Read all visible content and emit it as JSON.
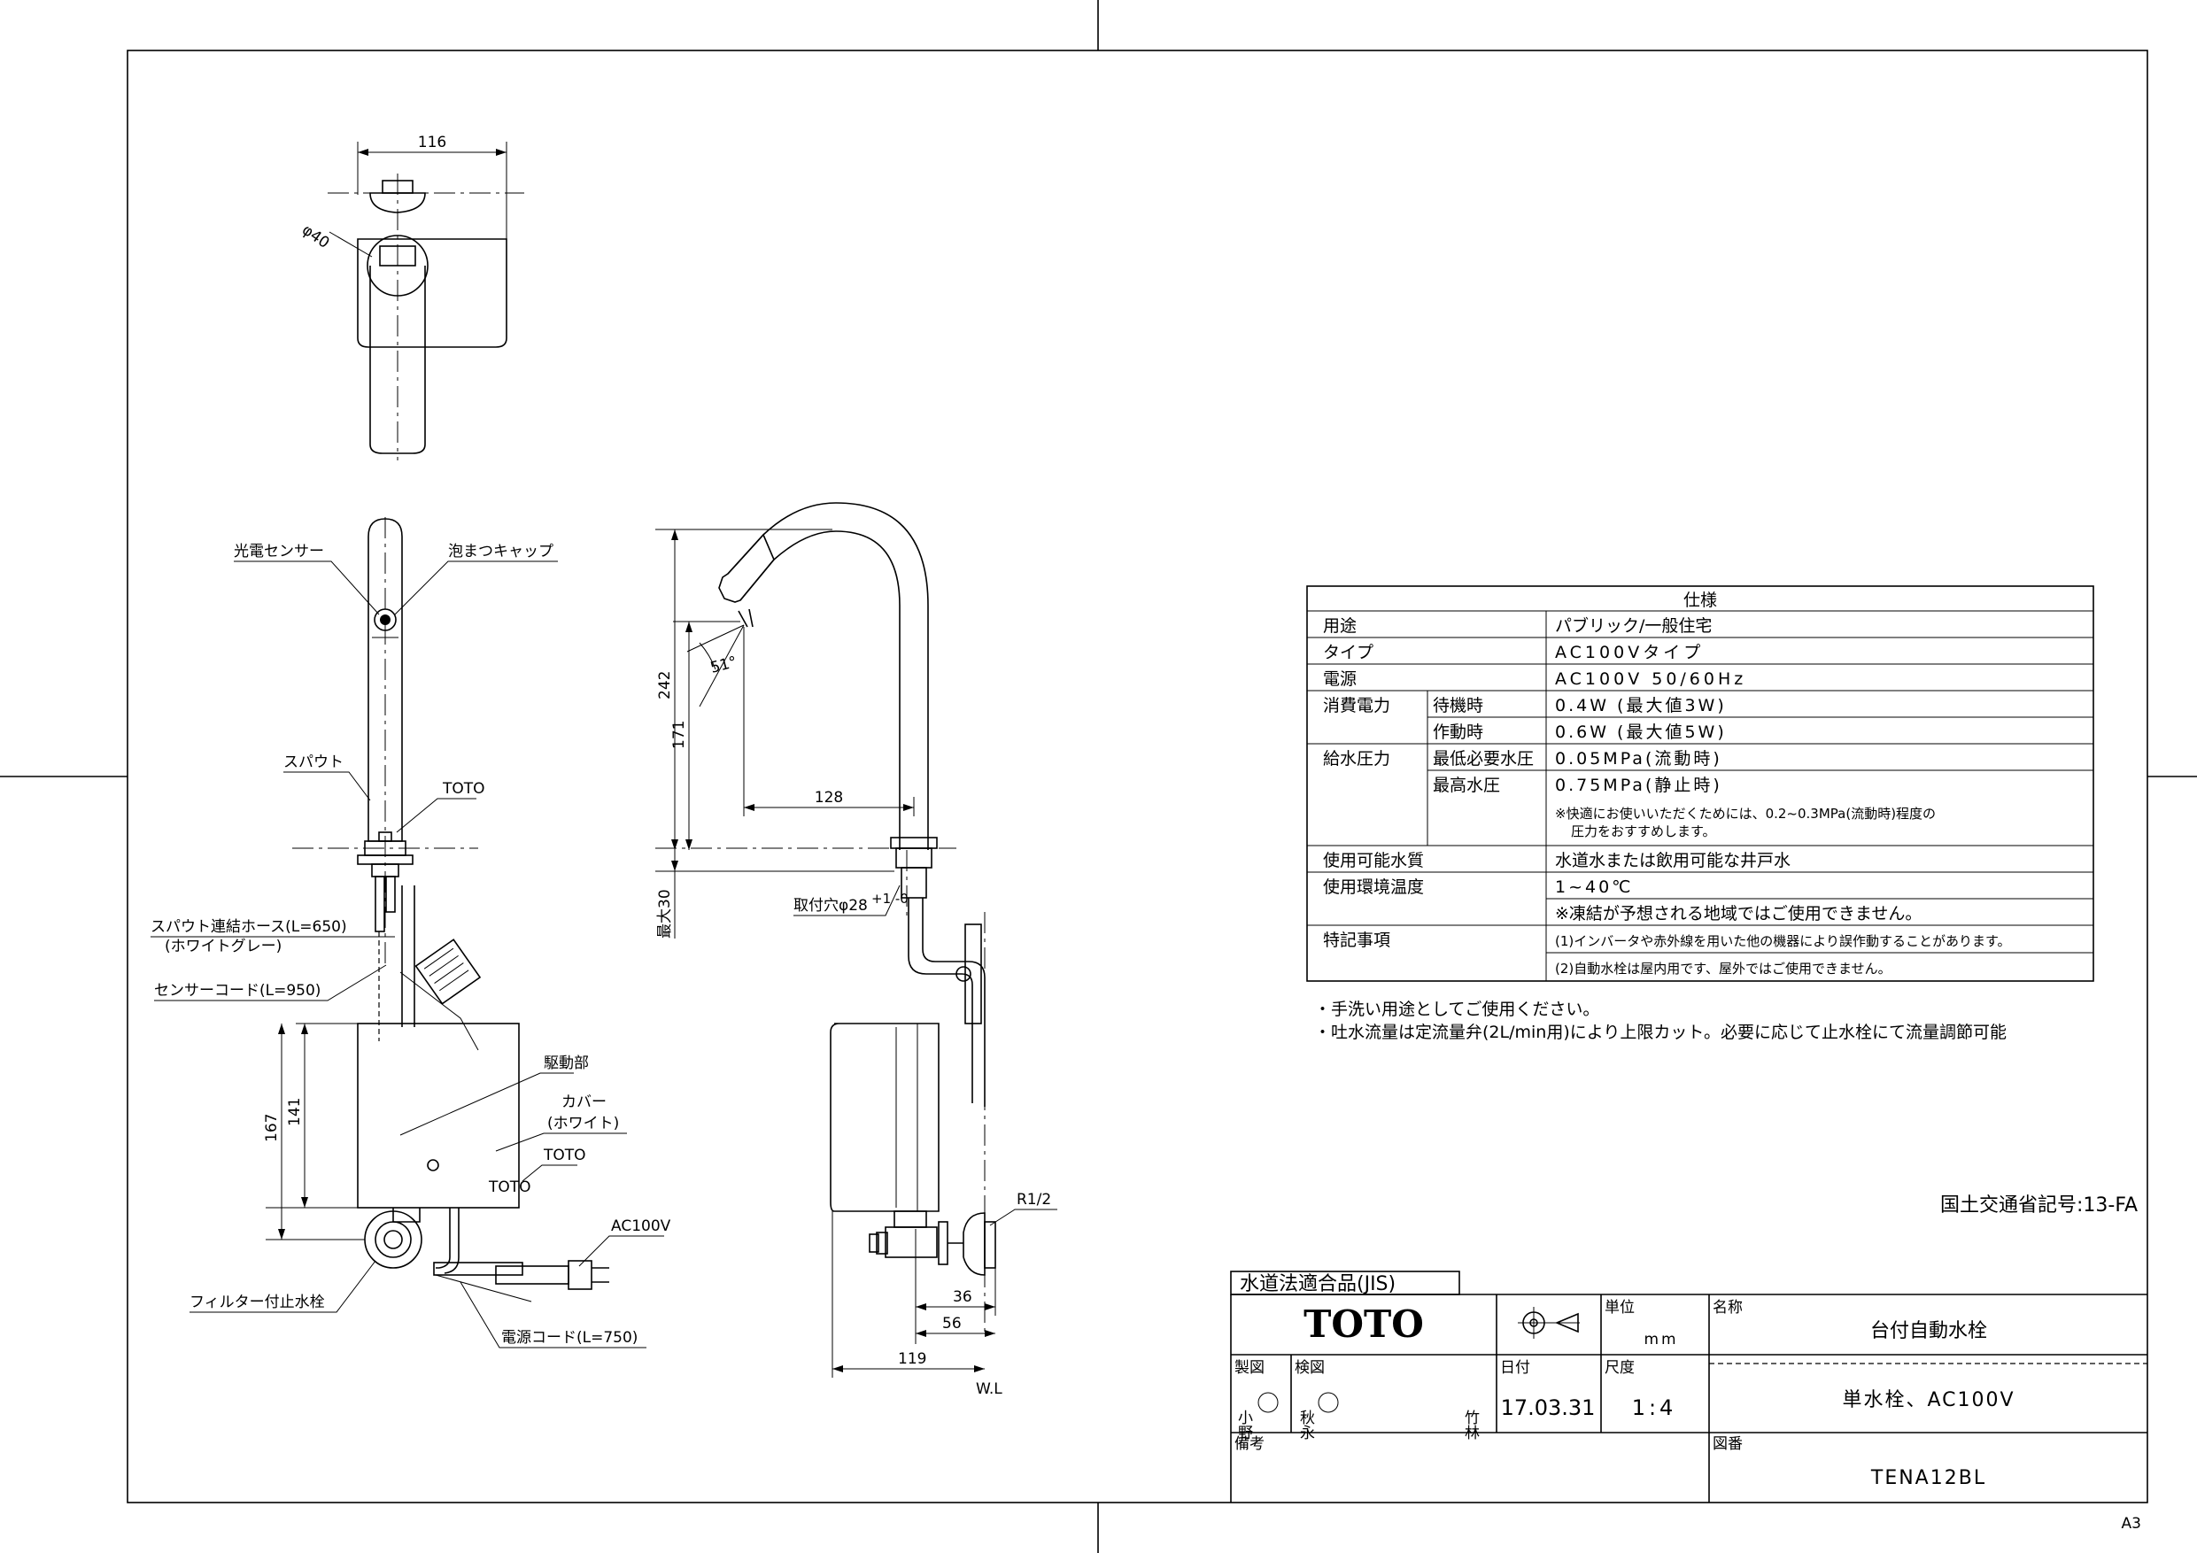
{
  "callouts": {
    "sensor": "光電センサー",
    "aerator": "泡まつキャップ",
    "spout": "スパウト",
    "toto_spout": "TOTO",
    "hose": "スパウト連結ホース(L=650)",
    "hose_color": "(ホワイトグレー)",
    "sensor_cord": "センサーコード(L=950)",
    "drive_unit": "駆動部",
    "cover": "カバー",
    "cover_color": "(ホワイト)",
    "toto_box": "TOTO",
    "ac100v": "AC100V",
    "filter_valve": "フィルター付止水栓",
    "power_cord": "電源コード(L=750)",
    "mount_hole": "取付穴φ28",
    "mount_tol": "+1\n-0",
    "r12": "R1/2",
    "wl": "W.L",
    "box_brand": "TOTO"
  },
  "dimensions": {
    "top_width": "116",
    "top_dia": "φ40",
    "height_total": "242",
    "height_outlet": "171",
    "reach": "128",
    "angle": "51°",
    "max30": "最大30",
    "box_h_outer": "167",
    "box_h_inner": "141",
    "d36": "36",
    "d56": "56",
    "d119": "119"
  },
  "spec": {
    "title": "仕様",
    "rows": [
      {
        "label": "用途",
        "value": "パブリック/一般住宅"
      },
      {
        "label": "タイプ",
        "value": "AC100Vタイプ"
      },
      {
        "label": "電源",
        "value": "AC100V 50/60Hz"
      }
    ],
    "power": {
      "label": "消費電力",
      "sub": [
        {
          "label": "待機時",
          "value": "0.4W (最大値3W)"
        },
        {
          "label": "作動時",
          "value": "0.6W (最大値5W)"
        }
      ]
    },
    "pressure": {
      "label": "給水圧力",
      "sub": [
        {
          "label": "最低必要水圧",
          "value": "0.05MPa(流動時)"
        },
        {
          "label": "最高水圧",
          "value": "0.75MPa(静止時)"
        }
      ],
      "note1": "※快適にお使いいただくためには、0.2~0.3MPa(流動時)程度の",
      "note2": "圧力をおすすめします。"
    },
    "water_label": "使用可能水質",
    "water_value": "水道水または飲用可能な井戸水",
    "temp_label": "使用環境温度",
    "temp_value": "1~40℃",
    "temp_note": "※凍結が予想される地域ではご使用できません。",
    "special_label": "特記事項",
    "special_1": "(1)インバータや赤外線を用いた他の機器により誤作動することがあります。",
    "special_2": "(2)自動水栓は屋内用です、屋外ではご使用できません。"
  },
  "notes": {
    "n1": "・手洗い用途としてご使用ください。",
    "n2": "・吐水流量は定流量弁(2L/min用)により上限カット。必要に応じて止水栓にて流量調節可能"
  },
  "mlit_code": "国土交通省記号:13-FA",
  "title_block": {
    "jis": "水道法適合品(JIS)",
    "brand": "TOTO",
    "unit_label": "単位",
    "unit_value": "mm",
    "name_label": "名称",
    "name_value": "台付自動水栓",
    "drawn_label": "製図",
    "drawn_a": "小野",
    "checked_label": "検図",
    "checked_a": "秋永",
    "checked_b": "竹林",
    "date_label": "日付",
    "date_value": "17.03.31",
    "scale_label": "尺度",
    "scale_value": "1:4",
    "desc_value": "単水栓、AC100V",
    "remarks_label": "備考",
    "drawing_no_label": "図番",
    "drawing_no_value": "TENA12BL"
  },
  "paper_size": "A3"
}
